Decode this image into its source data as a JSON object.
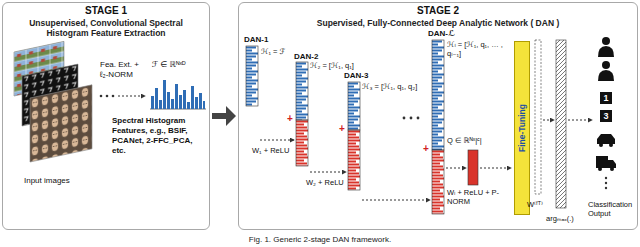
{
  "diagram": {
    "caption": "Fig. 1. Generic 2-stage DAN framework.",
    "nodes": [
      {
        "text": [
          "STAGE 1",
          "Unsupervised, Convolutional Spectral Histogram Feature Extraction"
        ]
      },
      {
        "text": [
          "STAGE 2",
          "Supervised, Fully-Connected Deep Analytic Network ( DAN )"
        ]
      },
      {
        "text": [
          "Fine-Tuning"
        ],
        "in": 1
      }
    ],
    "edges": [
      {
        "from": 0,
        "to": 1,
        "arrow": "to"
      }
    ],
    "labels": [
      "Input images",
      "Fea. Ext. + ℓ₂-NORM",
      "ℱ ∈ ℝᴺˣᴰ",
      "Spectral Histogram Features, e.g., BSIF, PCANet, 2-FFC_PCA, etc.",
      "DAN-1",
      "ℋ₁ = ℱ",
      "W₁ + ReLU",
      "DAN-2",
      "ℋ₂ = [ℋ₁, q₁]",
      "+",
      "DAN-3",
      "ℋ₃ = [ℋ₁, q₁, q₂]",
      "+",
      "W₂ + ReLU",
      "DAN-ℒ",
      "ℋₗ = [ℋ₁, q₁, … , qₗ₋₁]",
      "+",
      "Q ∈ ℝᴺˣ|ᶜ|",
      "Wₗ + ReLU + P-NORM",
      "W⁽ᶠᵀ⁾",
      "argₘₐₓ(.)",
      "1",
      "3",
      "Classification Output"
    ]
  }
}
